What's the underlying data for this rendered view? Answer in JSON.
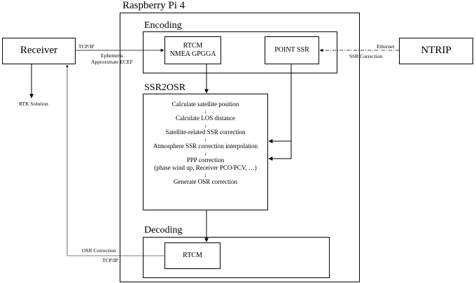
{
  "pi": {
    "title": "Raspberry Pi 4"
  },
  "receiver": {
    "label": "Receiver"
  },
  "ntrip": {
    "label": "NTRIP"
  },
  "encoding": {
    "title": "Encoding",
    "rtcm_lines": [
      "RTCM",
      "NMEA GPGGA"
    ],
    "point_ssr": "POINT SSR"
  },
  "ssr2osr": {
    "title": "SSR2OSR",
    "steps": [
      "Calculate satellite position",
      "Calculate LOS distance",
      "Satellite-related SSR correction",
      "Atmosphere SSR correction interpolation",
      "PPP correction",
      "(phase wind up, Receiver PCO/PCV, …)",
      "Generate OSR correction"
    ],
    "arrow_glyph": "↓"
  },
  "decoding": {
    "title": "Decoding",
    "rtcm": "RTCM"
  },
  "edge_labels": {
    "tcpip_top": "TCP/IP",
    "ephemeris": "Ephemeris",
    "approx_ecef": "Approximate ECEF",
    "rtk_solution": "RTK Solution",
    "ethernet": "Ethernet",
    "ssr_correction": "SSR Correction",
    "osr_correction": "OSR Correction",
    "tcpip_bottom": "TCP/IP"
  }
}
